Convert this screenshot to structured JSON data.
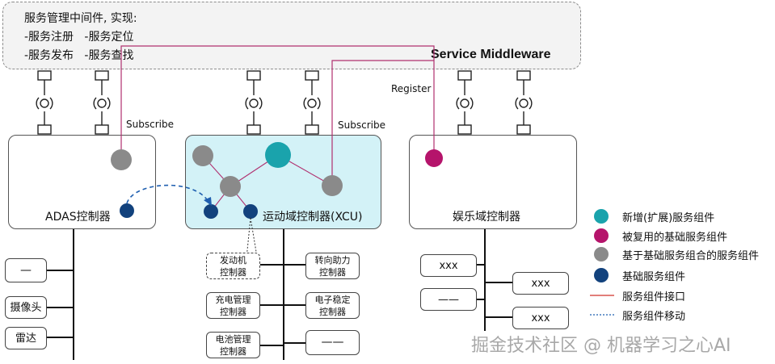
{
  "middleware": {
    "desc_line1": "服务管理中间件, 实现:",
    "desc_line2": "-服务注册   -服务定位",
    "desc_line3": "-服务发布   -服务查找",
    "title": "Service Middleware"
  },
  "labels": {
    "subscribe_left": "Subscribe",
    "subscribe_mid": "Subscribe",
    "register": "Register"
  },
  "controllers": {
    "adas": "ADAS控制器",
    "xcu": "运动域控制器(XCU)",
    "ent": "娱乐域控制器"
  },
  "adas_devices": [
    "—",
    "摄像头",
    "雷达"
  ],
  "xcu_left_devices": [
    "发动机\n控制器",
    "充电管理\n控制器",
    "电池管理\n控制器"
  ],
  "xcu_right_devices": [
    "转向助力\n控制器",
    "电子稳定\n控制器",
    "——"
  ],
  "ent_devices": [
    "xxx",
    "——",
    "xxx",
    "xxx"
  ],
  "legend": {
    "new_service": "新增(扩展)服务组件",
    "reused_base": "被复用的基础服务组件",
    "composite": "基于基础服务组合的服务组件",
    "base": "基础服务组件",
    "interface": "服务组件接口",
    "migration": "服务组件移动"
  },
  "colors": {
    "teal": "#1aa3ac",
    "magenta": "#b5146b",
    "gray": "#8a8a8a",
    "navy": "#12427d",
    "line_red": "#d9534f",
    "link_magenta": "#b0306f"
  },
  "watermark": "掘金技术社区 @ 机器学习之心AI"
}
